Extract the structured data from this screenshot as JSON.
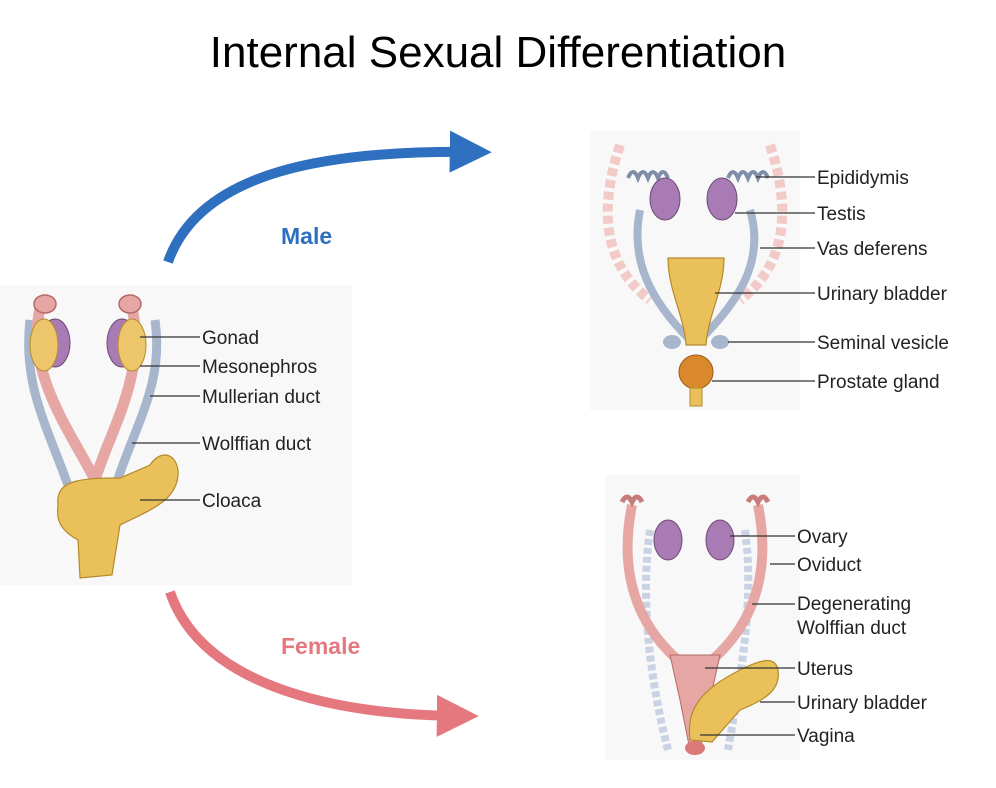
{
  "title": "Internal Sexual Differentiation",
  "colors": {
    "male_arrow": "#2f6fbf",
    "female_arrow": "#e5787f",
    "duct_pink": "#e6a6a4",
    "duct_blue": "#a7b6cc",
    "gonad_purple": "#a97bb5",
    "bladder_yellow": "#e9c05a",
    "prostate_orange": "#d9892b"
  },
  "arrows": {
    "male": "Male",
    "female": "Female"
  },
  "indifferent": {
    "labels": [
      "Gonad",
      "Mesonephros",
      "Mullerian duct",
      "Wolffian duct",
      "Cloaca"
    ]
  },
  "male": {
    "labels": [
      "Epididymis",
      "Testis",
      "Vas deferens",
      "Urinary bladder",
      "Seminal vesicle",
      "Prostate gland"
    ]
  },
  "female": {
    "labels": [
      "Ovary",
      "Oviduct",
      "Degenerating",
      "Wolffian duct",
      "Uterus",
      "Urinary bladder",
      "Vagina"
    ]
  }
}
